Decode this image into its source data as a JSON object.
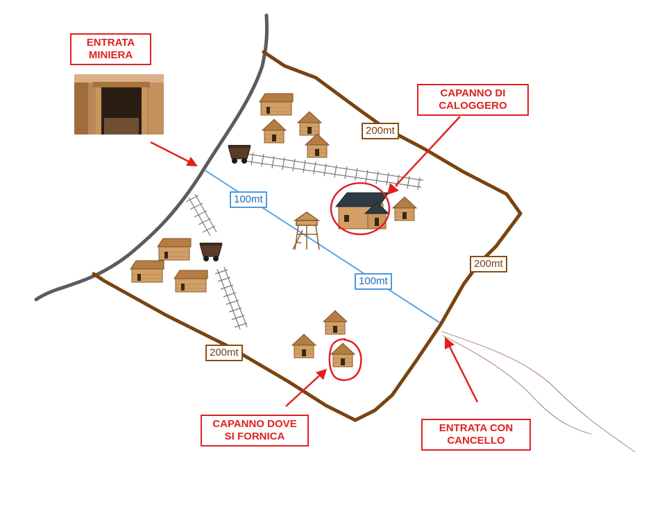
{
  "labels": {
    "mine_entrance": "ENTRATA\nMINIERA",
    "calogero_hut": "CAPANNO DI\nCALOGGERO",
    "fornication_hut": "CAPANNO DOVE\nSI FORNICA",
    "gate_entrance": "ENTRATA CON\nCANCELLO"
  },
  "distances": {
    "top_edge": "200mt",
    "right_edge": "200mt",
    "bottom_edge": "200mt",
    "diag_upper": "100mt",
    "diag_lower": "100mt"
  },
  "colors": {
    "callout": "#e02020",
    "boundary": "#7a4310",
    "diagonal": "#5aa3e8",
    "cliff": "#5a5d60",
    "rail": "#777777",
    "wood": "#c8955a",
    "roof": "#a8743e"
  },
  "icons": [
    "mine-photo",
    "hut-icon",
    "big-hut-icon",
    "minecart-icon",
    "watchtower-icon",
    "rail-track",
    "road-path"
  ]
}
